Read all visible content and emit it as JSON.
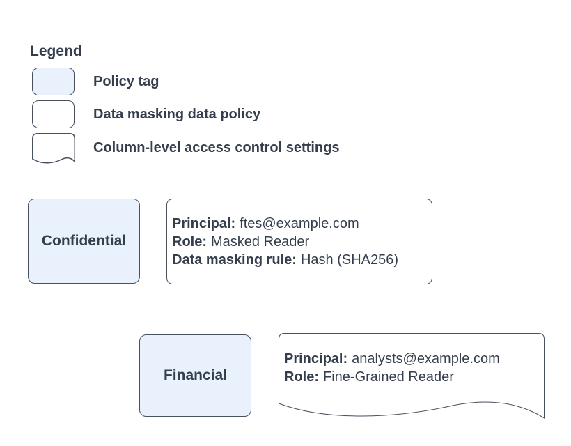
{
  "legend": {
    "title": "Legend",
    "items": [
      {
        "shape": "policy-tag",
        "label": "Policy tag"
      },
      {
        "shape": "data-masking-data-policy",
        "label": "Data masking data policy"
      },
      {
        "shape": "document",
        "label": "Column-level access control settings"
      }
    ]
  },
  "nodes": {
    "confidential": {
      "type": "policy-tag",
      "label": "Confidential"
    },
    "financial": {
      "type": "policy-tag",
      "label": "Financial"
    },
    "masking_policy": {
      "type": "data-masking-data-policy",
      "lines": [
        {
          "label": "Principal:",
          "value": "ftes@example.com"
        },
        {
          "label": "Role:",
          "value": "Masked Reader"
        },
        {
          "label": "Data masking rule:",
          "value": "Hash (SHA256)"
        }
      ]
    },
    "access_settings": {
      "type": "column-level-access-control-settings",
      "lines": [
        {
          "label": "Principal:",
          "value": "analysts@example.com"
        },
        {
          "label": "Role:",
          "value": "Fine-Grained Reader"
        }
      ]
    }
  },
  "edges": [
    {
      "from": "confidential",
      "to": "masking_policy"
    },
    {
      "from": "confidential",
      "to": "financial"
    },
    {
      "from": "financial",
      "to": "access_settings"
    }
  ],
  "palette": {
    "policy_tag_fill": "#e9f1fc",
    "shape_stroke": "#49505e",
    "text_color": "#353e4d",
    "background": "#ffffff"
  }
}
